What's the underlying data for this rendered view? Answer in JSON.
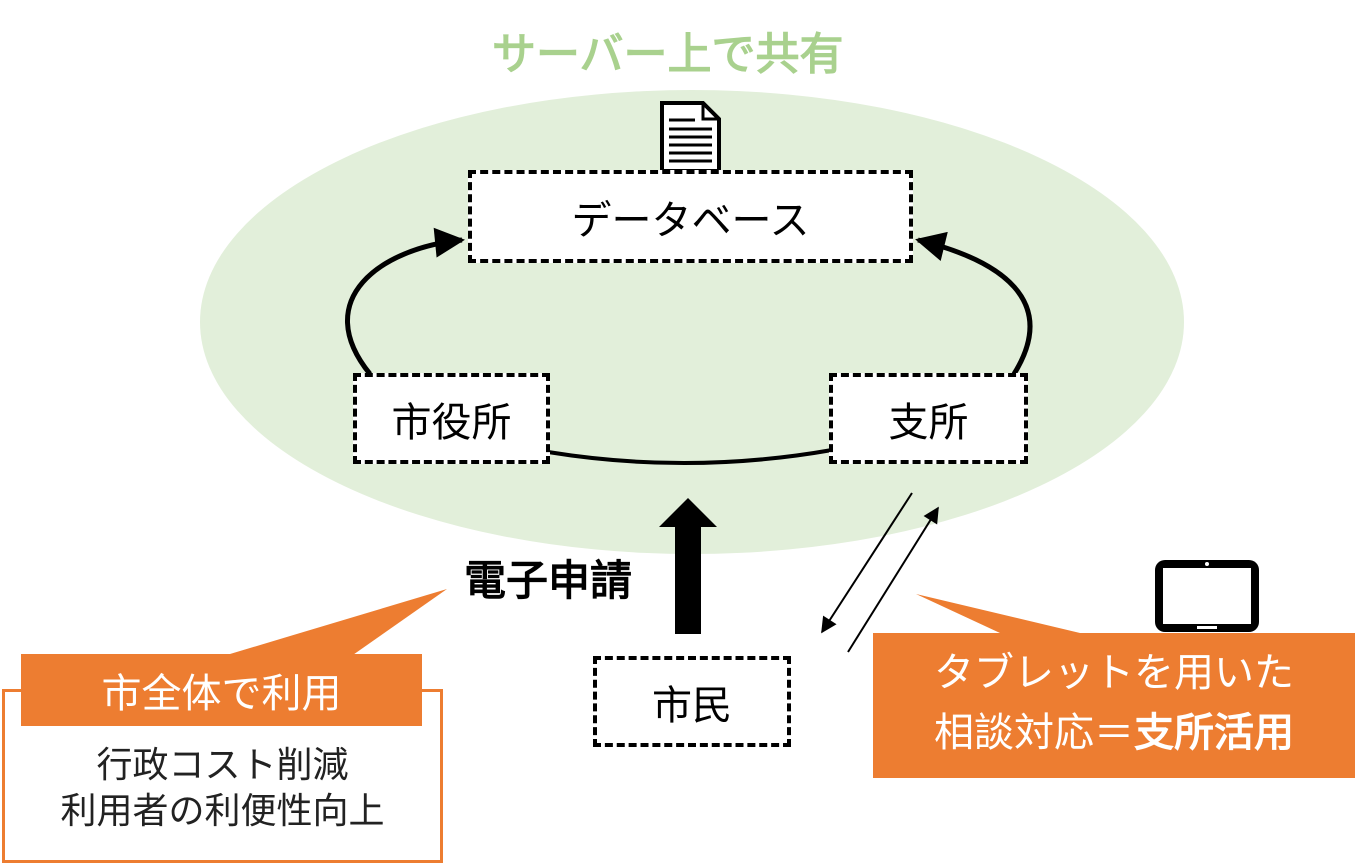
{
  "server": {
    "title": "サーバー上で共有",
    "database_label": "データベース",
    "icons": {
      "document": "document-icon"
    }
  },
  "nodes": {
    "city_hall": "市役所",
    "branch": "支所",
    "citizen": "市民"
  },
  "flows": {
    "e_application": "電子申請"
  },
  "callout_left": {
    "tag": "市全体で利用",
    "lines": [
      "行政コスト削減",
      "利用者の利便性向上"
    ]
  },
  "callout_right": {
    "line1": "タブレットを用いた",
    "line2_plain": "相談対応＝",
    "line2_bold": "支所活用",
    "icons": {
      "device": "tablet-icon"
    }
  },
  "colors": {
    "green_ellipse": "#e2efda",
    "green_title": "#a9d18e",
    "orange": "#ed7d31",
    "black": "#000000"
  }
}
